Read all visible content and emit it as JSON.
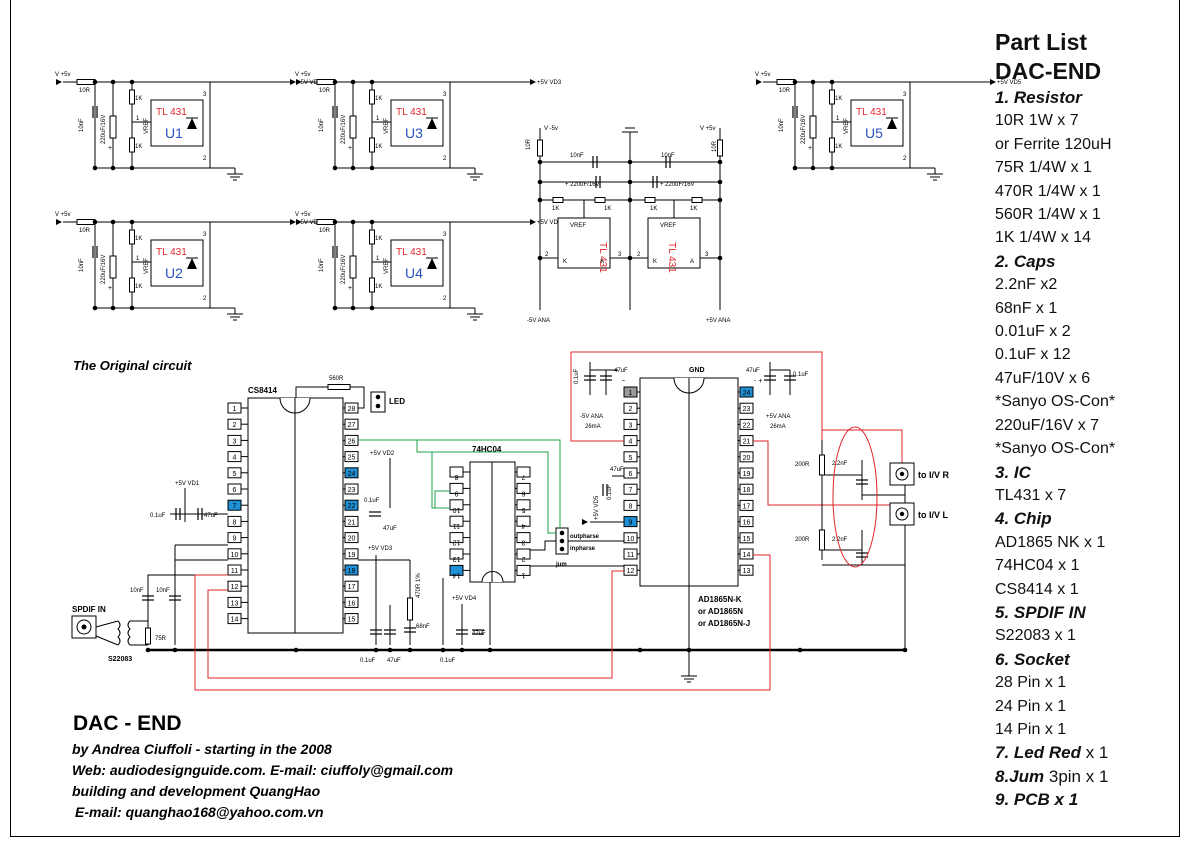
{
  "part_list": {
    "title1": "Part List",
    "title2": "DAC-END",
    "sections": [
      {
        "head": "1. Resistor",
        "items": [
          "10R 1W x 7",
          "or Ferrite 120uH",
          "75R 1/4W x 1",
          "470R 1/4W x 1",
          "560R 1/4W x 1",
          "1K 1/4W x 14"
        ]
      },
      {
        "head": "2. Caps",
        "items": [
          "2.2nF x2",
          "68nF x 1",
          "0.01uF x 2",
          "0.1uF x 12",
          "47uF/10V x 6",
          "*Sanyo OS-Con*",
          "220uF/16V x 7",
          "*Sanyo OS-Con*"
        ]
      },
      {
        "head": "3. IC",
        "items": [
          "TL431 x 7"
        ]
      },
      {
        "head": "4. Chip",
        "items": [
          "AD1865 NK x 1",
          "74HC04 x 1",
          "CS8414 x 1"
        ]
      },
      {
        "head": "5. SPDIF IN",
        "items": [
          "S22083 x 1"
        ]
      },
      {
        "head": "6. Socket",
        "items": [
          "28 Pin x 1",
          "24 Pin x 1",
          "14 Pin x 1"
        ]
      }
    ],
    "led_head": "7. Led Red",
    "led_qty": " x 1",
    "jum_head": "8.Jum",
    "jum_qty": " 3pin x 1",
    "pcb_head": "9. PCB x 1"
  },
  "footer": {
    "title": "DAC - END",
    "line1": "by Andrea Ciuffoli - starting in the 2008",
    "line2": "Web: audiodesignguide.com. E-mail: ciuffoly@gmail.com",
    "line3": "building and development QuangHao",
    "line4": "E-mail: quanghao168@yahoo.com.vn"
  },
  "original_circuit_caption": "The Original circuit",
  "regulators": [
    {
      "vin": "V +5v",
      "vout": "+5V VD1",
      "ref": "U1"
    },
    {
      "vin": "V +5v",
      "vout": "+5V VD3",
      "ref": "U3"
    },
    {
      "vin": "V +5v",
      "vout": "+5V VD2",
      "ref": "U2"
    },
    {
      "vin": "V +5v",
      "vout": "+5V VD2",
      "ref": "U4"
    },
    {
      "vin": "V +5v",
      "vout": "+5V VD5",
      "ref": "U5"
    }
  ],
  "labels": {
    "r10": "10R",
    "cap10n": "10nF",
    "cap220": "220uF/16V",
    "cap220w": "220uF/16W",
    "r1k": "1K",
    "tl431": "TL 431",
    "vref": "VREF",
    "vm5": "V -5v",
    "vp5": "V +5v",
    "m5ana": "-5V ANA",
    "p5ana": "+5V ANA",
    "pin1": "1",
    "pin2": "2",
    "pin3": "3",
    "pinK": "K",
    "pinA": "A",
    "p2plus": "+",
    "cs8414": "CS8414",
    "r560": "560R",
    "led": "LED",
    "hc04": "74HC04",
    "vd1": "+5V VD1",
    "vd2": "+5V VD2",
    "vd3": "+5V VD3",
    "vd4": "+5V VD4",
    "vd5": "+5V VD5",
    "c01": "0.1uF",
    "c47": "47uF",
    "c10n": "10nF",
    "r75": "75R",
    "spdif": "SPDIF IN",
    "s22083": "S22083",
    "r470": "470R 1%",
    "c68": "68nF",
    "outp": "outpharse",
    "inp": "inpharse",
    "jum": "jum",
    "gnd": "GND",
    "ma26": "26mA",
    "r200": "200R",
    "c22": "2.2nF",
    "ivr": "to I/V R",
    "ivl": "to I/V L",
    "ad1": "AD1865N-K",
    "ad2": "or AD1865N",
    "ad3": "or AD1865N-J"
  },
  "cs_pins_left": [
    "1",
    "2",
    "3",
    "4",
    "5",
    "6",
    "7",
    "8",
    "9",
    "10",
    "11",
    "12",
    "13",
    "14"
  ],
  "cs_pins_right": [
    "28",
    "27",
    "26",
    "25",
    "24",
    "23",
    "22",
    "21",
    "20",
    "19",
    "18",
    "17",
    "16",
    "15"
  ],
  "ad_pins_left": [
    "1",
    "2",
    "3",
    "4",
    "5",
    "6",
    "7",
    "8",
    "9",
    "10",
    "11",
    "12"
  ],
  "ad_pins_right": [
    "24",
    "23",
    "22",
    "21",
    "20",
    "19",
    "18",
    "17",
    "16",
    "15",
    "14",
    "13"
  ],
  "hc_pins_left": [
    "8",
    "9",
    "10",
    "11",
    "12",
    "13",
    "14"
  ],
  "hc_pins_right": [
    "7",
    "6",
    "5",
    "4",
    "3",
    "2",
    "1"
  ],
  "colors": {
    "pin_highlight": "#1f8fd6",
    "pin_gray": "#9a9a9a",
    "wire_red": "#e0242a",
    "wire_green": "#1fa049",
    "ic_label_red": "#e0242a",
    "ic_ref_blue": "#2a52be"
  }
}
